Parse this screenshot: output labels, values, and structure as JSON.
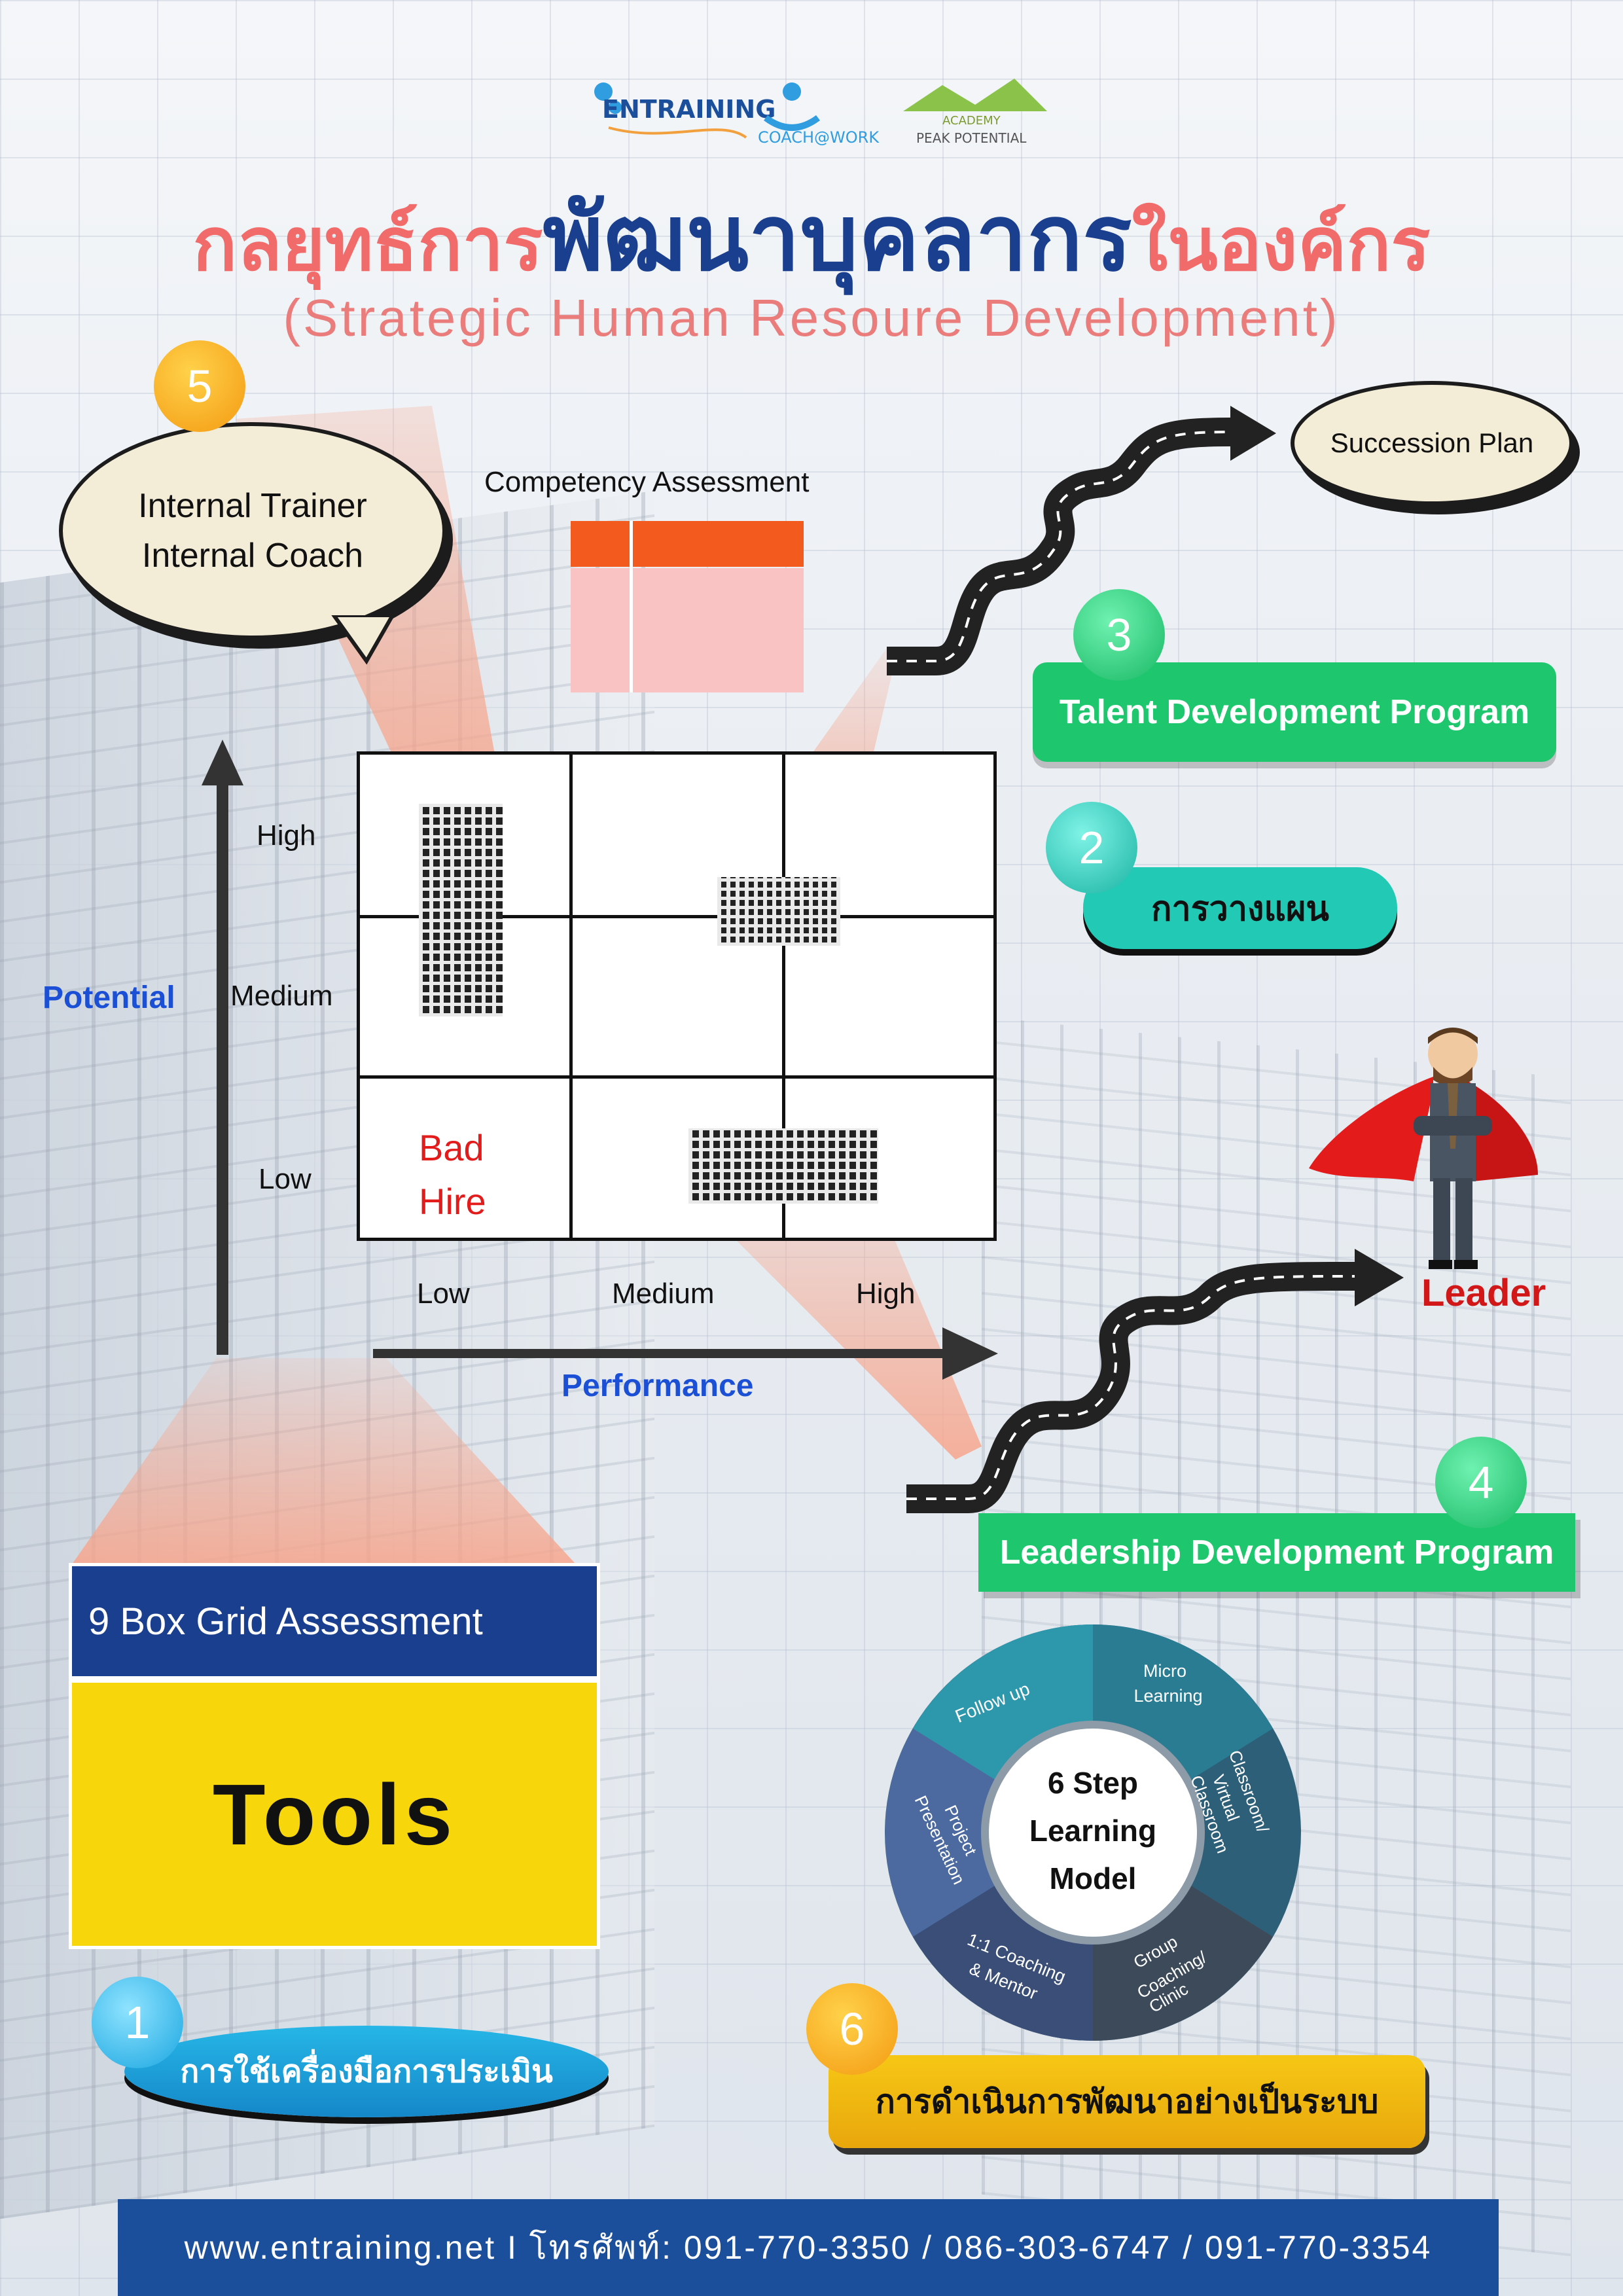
{
  "logos": {
    "entraining": "ENTRAINING",
    "coachatwork": "COACH@WORK",
    "academy": "ACADEMY",
    "peak": "PEAK POTENTIAL"
  },
  "title": {
    "part1": "กลยุทธ์การ",
    "part2": "พัฒนาบุคลากร",
    "part3": "ในองค์กร",
    "english": "(Strategic Human Resoure Development)"
  },
  "colors": {
    "pink": "#f16b6b",
    "navy": "#1b3f8f",
    "green": "#1ec66e",
    "teal": "#22c9b5",
    "yellow": "#f4c514",
    "blue": "#1a4fd6",
    "red": "#e31b1b",
    "orange_header": "#f25a1e",
    "pink_cell": "#f9c2c3"
  },
  "step5": {
    "num": "5",
    "line1": "Internal Trainer",
    "line2": "Internal Coach"
  },
  "competency": {
    "label": "Competency Assessment"
  },
  "succession": {
    "label": "Succession Plan"
  },
  "step3": {
    "num": "3",
    "label": "Talent Development Program"
  },
  "step2": {
    "num": "2",
    "label": "การวางแผน"
  },
  "step4": {
    "num": "4",
    "label": "Leadership Development Program"
  },
  "step1": {
    "num": "1",
    "label": "การใช้เครื่องมือการประเมิน"
  },
  "step6": {
    "num": "6",
    "label": "การดำเนินการพัฒนาอย่างเป็นระบบ"
  },
  "grid": {
    "potential_label": "Potential",
    "performance_label": "Performance",
    "y_high": "High",
    "y_medium": "Medium",
    "y_low": "Low",
    "x_low": "Low",
    "x_medium": "Medium",
    "x_high": "High",
    "bad1": "Bad",
    "bad2": "Hire"
  },
  "leader": {
    "label": "Leader"
  },
  "tools": {
    "header": "9 Box Grid Assessment",
    "label": "Tools"
  },
  "cycle": {
    "center1": "6 Step",
    "center2": "Learning",
    "center3": "Model",
    "seg_followup": "Follow up",
    "seg_micro1": "Micro",
    "seg_micro2": "Learning",
    "seg_class1": "Classroom/",
    "seg_class2": "Virtual",
    "seg_class3": "Classroom",
    "seg_group1": "Group",
    "seg_group2": "Coaching/",
    "seg_group3": "Clinic",
    "seg_one1": "1:1 Coaching",
    "seg_one2": "& Mentor",
    "seg_proj1": "Project",
    "seg_proj2": "Presentation"
  },
  "footer": {
    "text": "www.entraining.net  I  โทรศัพท์: 091-770-3350 / 086-303-6747 / 091-770-3354"
  }
}
